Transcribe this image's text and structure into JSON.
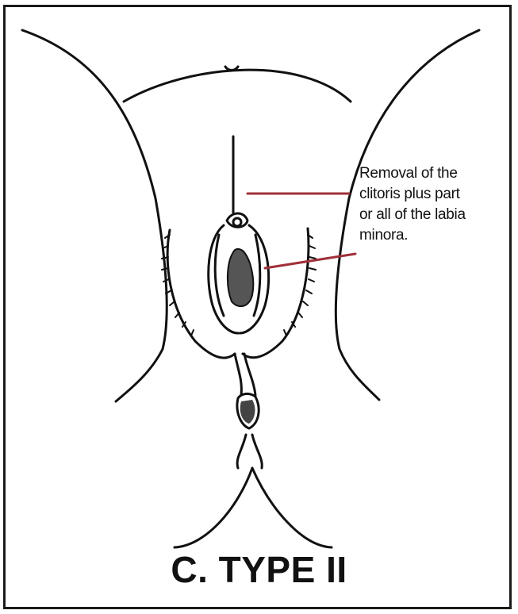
{
  "figure": {
    "annotation_lines": [
      "Removal of the",
      "clitoris plus part",
      "or all of the labia",
      "minora."
    ],
    "caption": "C. TYPE II",
    "colors": {
      "line": "#111111",
      "pointer": "#a0303a",
      "fill": "#555555",
      "background": "#ffffff"
    }
  }
}
